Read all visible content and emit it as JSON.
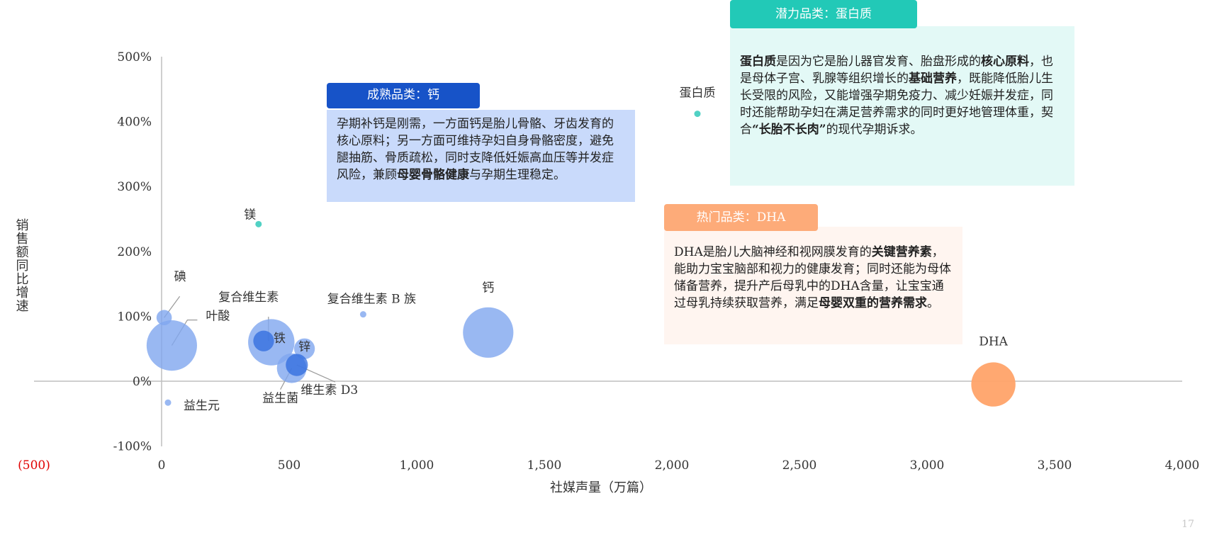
{
  "chart_data": {
    "type": "scatter",
    "subtype": "bubble",
    "xlabel": "社媒声量（万篇）",
    "ylabel": "销售额同比增速",
    "xlim": [
      -500,
      4000
    ],
    "ylim": [
      -100,
      500
    ],
    "x_ticks": [
      "(500)",
      "0",
      "500",
      "1,000",
      "1,500",
      "2,000",
      "2,500",
      "3,000",
      "3,500",
      "4,000"
    ],
    "x_tick_values": [
      -500,
      0,
      500,
      1000,
      1500,
      2000,
      2500,
      3000,
      3500,
      4000
    ],
    "y_ticks": [
      "-100%",
      "0%",
      "100%",
      "200%",
      "300%",
      "400%",
      "500%"
    ],
    "y_tick_values": [
      -100,
      0,
      100,
      200,
      300,
      400,
      500
    ],
    "grid": false,
    "points": [
      {
        "label": "蛋白质",
        "x": 2100,
        "y": 412,
        "size": 0.8,
        "color": "#26c6b5"
      },
      {
        "label": "镁",
        "x": 380,
        "y": 242,
        "size": 0.8,
        "color": "#26c6b5"
      },
      {
        "label": "DHA",
        "x": 3260,
        "y": -5,
        "size": 100,
        "color": "#ffa369"
      },
      {
        "label": "钙",
        "x": 1280,
        "y": 75,
        "size": 130,
        "color": "#7fa6ef"
      },
      {
        "label": "叶酸",
        "x": 40,
        "y": 55,
        "size": 130,
        "color": "#7fa6ef"
      },
      {
        "label": "碘",
        "x": 10,
        "y": 98,
        "size": 12,
        "color": "#7fa6ef"
      },
      {
        "label": "复合维生素",
        "x": 430,
        "y": 60,
        "size": 110,
        "color": "#7fa6ef"
      },
      {
        "label": "铁",
        "x": 400,
        "y": 62,
        "size": 22,
        "color": "#2f6bde"
      },
      {
        "label": "锌",
        "x": 560,
        "y": 50,
        "size": 22,
        "color": "#7fa6ef"
      },
      {
        "label": "益生菌",
        "x": 510,
        "y": 20,
        "size": 45,
        "color": "#7fa6ef"
      },
      {
        "label": "维生素 D3",
        "x": 530,
        "y": 25,
        "size": 25,
        "color": "#2f6bde"
      },
      {
        "label": "复合维生素 B 族",
        "x": 790,
        "y": 103,
        "size": 0.6,
        "color": "#7fa6ef"
      },
      {
        "label": "益生元",
        "x": 25,
        "y": -33,
        "size": 0.9,
        "color": "#7fa6ef"
      }
    ]
  },
  "colors": {
    "mature": "#1753c8",
    "mature_bg": "#c9dafb",
    "potential": "#22c9b7",
    "potential_bg": "#e3f9f6",
    "hot": "#fdab79",
    "hot_bg": "#fff5f0",
    "negative_tick": "#e00000"
  },
  "annotations": {
    "mature": {
      "tag": "成熟品类：钙",
      "parts": [
        {
          "t": "孕期补钙是刚需，一方面钙是胎儿骨骼、牙齿发育的核心原料；另一方面可维持孕妇自身骨骼密度，避免腿抽筋、骨质疏松，同时支降低妊娠高血压等并发症风险，兼顾",
          "b": false
        },
        {
          "t": "母婴骨骼健康",
          "b": true
        },
        {
          "t": "与孕期生理稳定。",
          "b": false
        }
      ]
    },
    "potential": {
      "tag": "潜力品类：蛋白质",
      "parts": [
        {
          "t": "蛋白质",
          "b": true
        },
        {
          "t": "是因为它是胎儿器官发育、胎盘形成的",
          "b": false
        },
        {
          "t": "核心原料",
          "b": true
        },
        {
          "t": "，也是母体子宫、乳腺等组织增长的",
          "b": false
        },
        {
          "t": "基础营养",
          "b": true
        },
        {
          "t": "，既能降低胎儿生长受限的风险，又能增强孕期免疫力、减少妊娠并发症，同时还能帮助孕妇在满足营养需求的同时更好地管理体重，契合",
          "b": false
        },
        {
          "t": "“长胎不长肉”",
          "b": true
        },
        {
          "t": "的现代孕期诉求。",
          "b": false
        }
      ]
    },
    "hot": {
      "tag": "热门品类：DHA",
      "parts": [
        {
          "t": "DHA是胎儿大脑神经和视网膜发育的",
          "b": false
        },
        {
          "t": "关键营养素",
          "b": true
        },
        {
          "t": "，能助力宝宝脑部和视力的健康发育；同时还能为母体储备营养，提升产后母乳中的DHA含量，让宝宝通过母乳持续获取营养，满足",
          "b": false
        },
        {
          "t": "母婴双重的营养需求",
          "b": true
        },
        {
          "t": "。",
          "b": false
        }
      ]
    }
  },
  "page_number": "17"
}
